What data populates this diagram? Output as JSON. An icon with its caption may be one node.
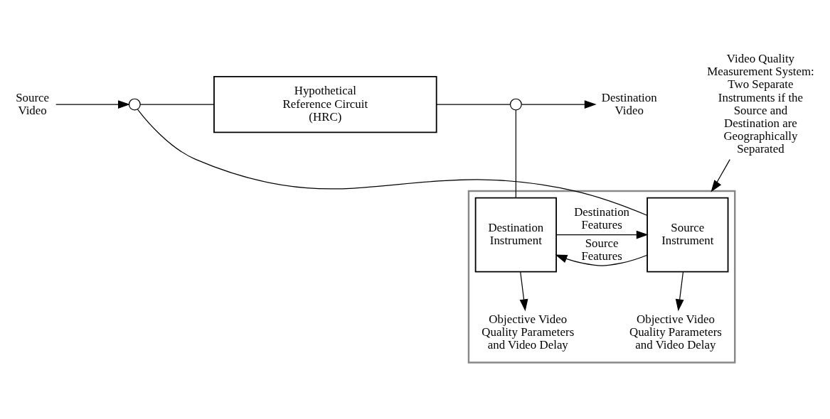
{
  "diagram": {
    "nodes": [
      {
        "text": [
          "Source Video"
        ]
      },
      {
        "text": [],
        "shape": "circle"
      },
      {
        "text": [
          "Hypothetical Reference Circuit (HRC)"
        ]
      },
      {
        "text": [],
        "shape": "circle"
      },
      {
        "text": [
          "Destination Video"
        ]
      },
      {
        "text": [],
        "shape": "box"
      },
      {
        "text": [
          "Source Instrument"
        ],
        "in": 5
      },
      {
        "text": [
          "Destination Instrument"
        ],
        "in": 5
      },
      {
        "text": [
          "Objective Video Quality Parameters and Video Delay"
        ],
        "in": 5
      },
      {
        "text": [
          "Objective Video Quality Parameters and Video Delay"
        ],
        "in": 5
      },
      {
        "text": [
          "Video Quality Measurement System: Two Separate Instruments if the Source and Destination are Geographically Separated"
        ]
      }
    ],
    "edges": [
      {
        "from": 0,
        "to": 1,
        "arrow": "to"
      },
      {
        "from": 1,
        "to": 2,
        "arrow": "none"
      },
      {
        "from": 2,
        "to": 3,
        "arrow": "none"
      },
      {
        "from": 3,
        "to": 4,
        "arrow": "to"
      },
      {
        "from": 1,
        "to": 6,
        "arrow": "none"
      },
      {
        "from": 3,
        "to": 7,
        "arrow": "none"
      },
      {
        "from": 6,
        "to": 7,
        "arrow": "to",
        "label": "Source Features"
      },
      {
        "from": 7,
        "to": 6,
        "arrow": "to",
        "label": "Destination Features"
      },
      {
        "from": 6,
        "to": 8,
        "arrow": "to"
      },
      {
        "from": 7,
        "to": 9,
        "arrow": "to"
      },
      {
        "from": 10,
        "to": 5,
        "arrow": "to"
      }
    ]
  }
}
